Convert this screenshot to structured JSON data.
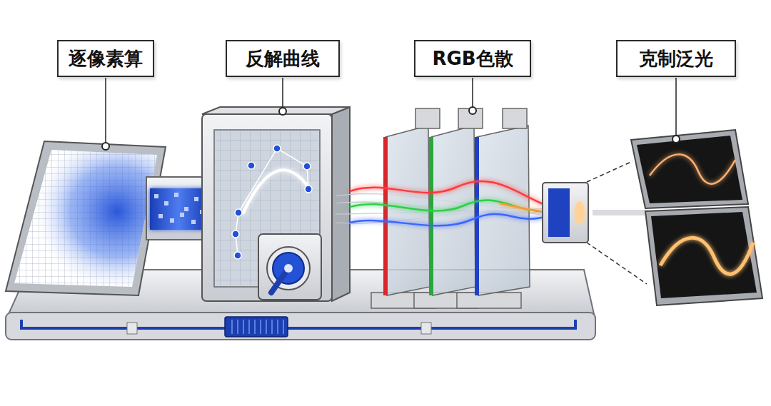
{
  "diagram": {
    "nodes": [
      {
        "text": [
          "逐像素算"
        ]
      },
      {
        "text": [
          "反解曲线"
        ]
      },
      {
        "text": [
          "RGB色散"
        ]
      },
      {
        "text": [
          "克制泛光"
        ]
      }
    ]
  }
}
